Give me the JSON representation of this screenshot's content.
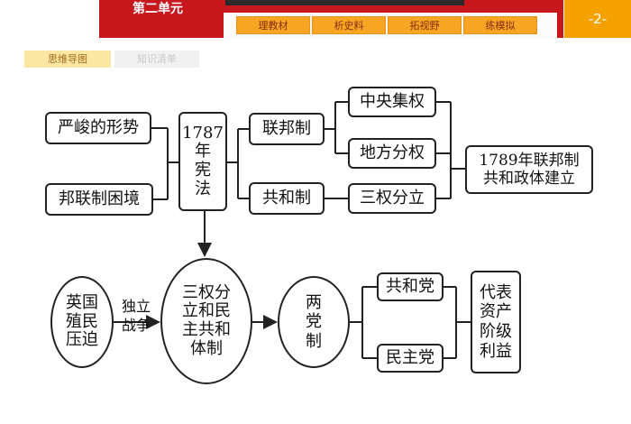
{
  "header": {
    "unit_title": "第二单元",
    "tabs": [
      "理教材",
      "析史料",
      "拓视野",
      "练模拟"
    ],
    "page_number": "-2-"
  },
  "subtabs": {
    "mind_map": "思维导图",
    "knowledge_list": "知识清单"
  },
  "diagram": {
    "strict_situation": "严峻的形势",
    "confederation_difficulty": "邦联制困境",
    "constitution_1787": "1787\n年\n宪\n法",
    "federalism": "联邦制",
    "republicanism": "共和制",
    "central_power": "中央集权",
    "local_power": "地方分权",
    "separation_of_powers": "三权分立",
    "federal_established": "1789年联邦制\n共和政体建立",
    "british_oppression": "英国\n殖民\n压迫",
    "independence_war": "独立\n战争",
    "principles": "三权分\n立和民\n主共和\n体制",
    "two_party": "两\n党\n制",
    "republican_party": "共和党",
    "democratic_party": "民主党",
    "represent_bourgeoisie": "代表\n资产\n阶级\n利益"
  }
}
